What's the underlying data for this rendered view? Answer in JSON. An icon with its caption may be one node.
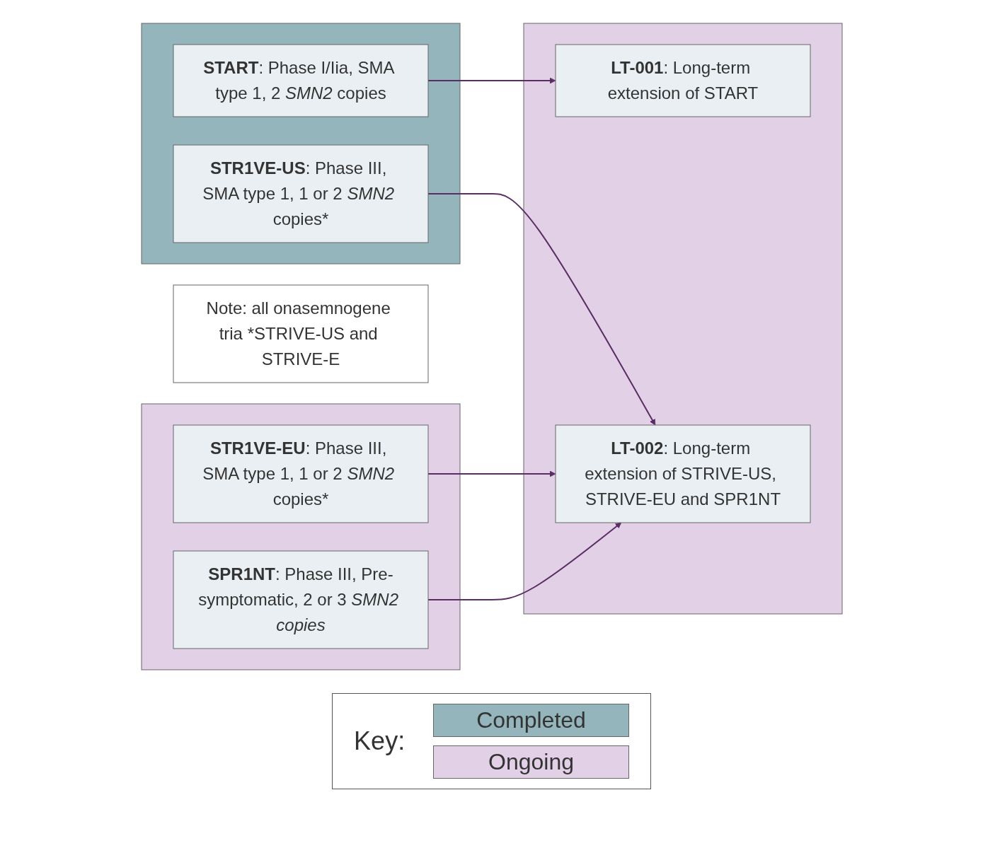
{
  "diagram": {
    "nodes": [
      {
        "text": [],
        "shape": "box"
      },
      {
        "text": [
          "**START**: Phase I/Iia, SMA type 1, 2 *SMN2* copies"
        ],
        "in": 0
      },
      {
        "text": [
          "**STR1VE-US**: Phase III, SMA type 1, 1 or 2 *SMN2* copies*"
        ],
        "in": 0
      },
      {
        "text": [],
        "shape": "box"
      },
      {
        "text": [
          "**STR1VE-EU**: Phase III, SMA type 1, 1 or 2 *SMN2* copies*"
        ],
        "in": 3
      },
      {
        "text": [
          "**SPR1NT**: Phase III, Pre-symptomatic, 2 or 3 *SMN2 copies*"
        ],
        "in": 3
      },
      {
        "text": [],
        "shape": "box"
      },
      {
        "text": [
          "**LT-001**: Long-term extension of START"
        ],
        "in": 6
      },
      {
        "text": [
          "**LT-002**: Long-term extension of STRIVE-US, STRIVE-EU and SPR1NT"
        ],
        "in": 6
      },
      {
        "text": [
          "Note: all onasemnogene tria *STRIVE-US and STRIVE-E"
        ]
      }
    ],
    "edges": [
      {
        "from": 1,
        "to": 7,
        "arrow": "to"
      },
      {
        "from": 2,
        "to": 8,
        "arrow": "to"
      },
      {
        "from": 4,
        "to": 8,
        "arrow": "to"
      },
      {
        "from": 5,
        "to": 8,
        "arrow": "to"
      }
    ],
    "labels": [
      "Key:"
    ],
    "legend": [
      {
        "text": "Completed",
        "color": "#93b5bb"
      },
      {
        "text": "Ongoing",
        "color": "#e2d0e6"
      }
    ]
  }
}
